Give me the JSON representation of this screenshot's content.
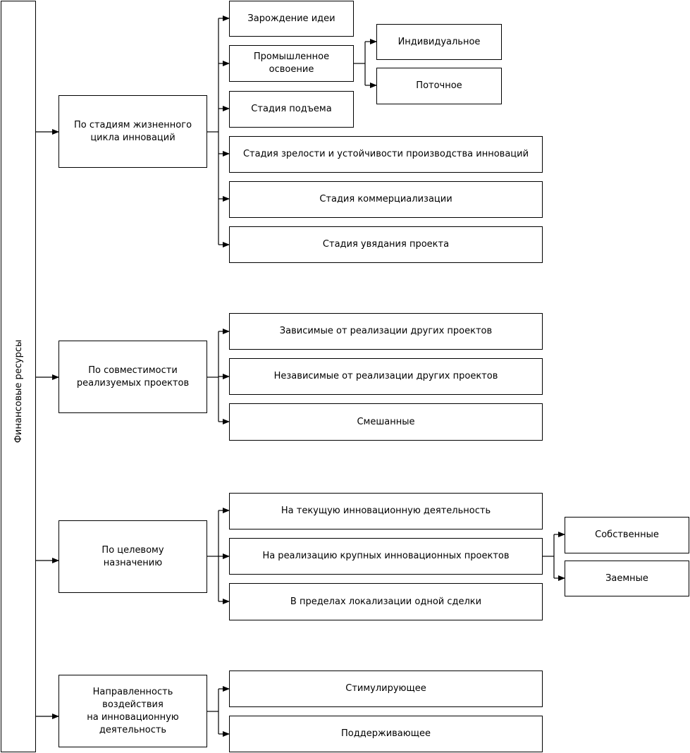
{
  "root": {
    "label": "Финансовые ресурсы"
  },
  "categories": [
    {
      "label": "По стадиям жизненного\nцикла инноваций"
    },
    {
      "label": "По совместимости\nреализуемых проектов"
    },
    {
      "label": "По целевому\nназначению"
    },
    {
      "label": "Направленность\nвоздействия\nна инновационную\nдеятельность"
    }
  ],
  "stages": [
    {
      "label": "Зарождение идеи"
    },
    {
      "label": "Промышленное\nосвоение"
    },
    {
      "label": "Стадия подъема"
    },
    {
      "label": "Стадия зрелости и устойчивости производства инноваций"
    },
    {
      "label": "Стадия коммерциализации"
    },
    {
      "label": "Стадия увядания проекта"
    }
  ],
  "industrial_types": [
    {
      "label": "Индивидуальное"
    },
    {
      "label": "Поточное"
    }
  ],
  "compatibility": [
    {
      "label": "Зависимые от реализации других проектов"
    },
    {
      "label": "Независимые от реализации других проектов"
    },
    {
      "label": "Смешанные"
    }
  ],
  "purpose": [
    {
      "label": "На текущую инновационную деятельность"
    },
    {
      "label": "На реализацию крупных инновационных проектов"
    },
    {
      "label": "В пределах локализации одной сделки"
    }
  ],
  "funding_sources": [
    {
      "label": "Собственные"
    },
    {
      "label": "Заемные"
    }
  ],
  "influence": [
    {
      "label": "Стимулирующее"
    },
    {
      "label": "Поддерживающее"
    }
  ]
}
